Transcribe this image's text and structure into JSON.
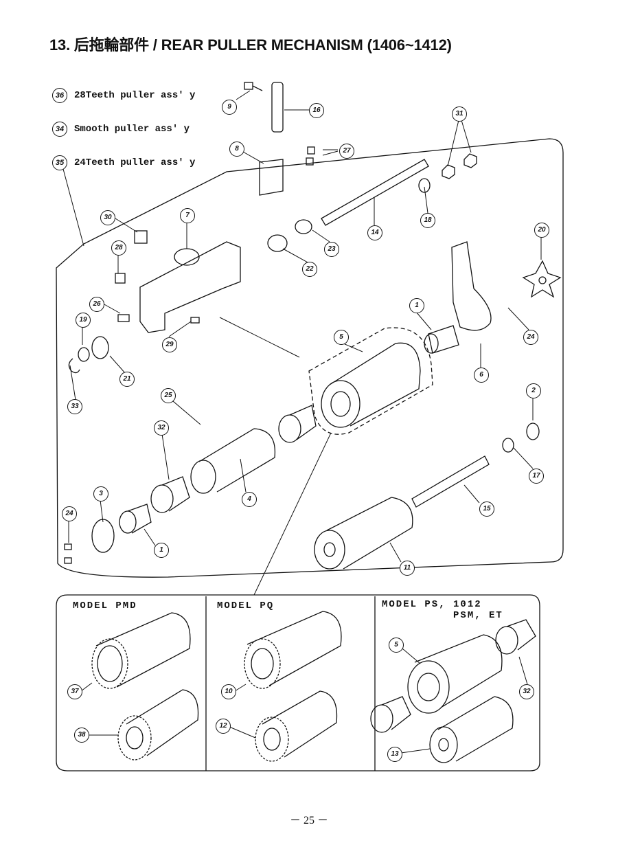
{
  "title": "13. 后拖輪部件 / REAR PULLER MECHANISM (1406~1412)",
  "legend": [
    {
      "num": "36",
      "text": "28Teeth puller ass' y"
    },
    {
      "num": "34",
      "text": "Smooth puller ass' y"
    },
    {
      "num": "35",
      "text": "24Teeth puller ass' y"
    }
  ],
  "callouts": {
    "c9": "9",
    "c16": "16",
    "c8": "8",
    "c27": "27",
    "c31": "31",
    "c30": "30",
    "c7": "7",
    "c14": "14",
    "c18": "18",
    "c20": "20",
    "c28": "28",
    "c23": "23",
    "c22": "22",
    "c26": "26",
    "c1a": "1",
    "c19": "19",
    "c29": "29",
    "c5": "5",
    "c24a": "24",
    "c6": "6",
    "c21": "21",
    "c33": "33",
    "c25": "25",
    "c2": "2",
    "c32": "32",
    "c17": "17",
    "c3": "3",
    "c4": "4",
    "c15": "15",
    "c24b": "24",
    "c1b": "1",
    "c11": "11",
    "c37": "37",
    "c38": "38",
    "c10": "10",
    "c12": "12",
    "c5b": "5",
    "c32b": "32",
    "c13": "13"
  },
  "models": {
    "pmd": "MODEL PMD",
    "pq": "MODEL PQ",
    "ps": "MODEL PS, 1012\n          PSM, ET"
  },
  "page_number": "－ 25 －"
}
